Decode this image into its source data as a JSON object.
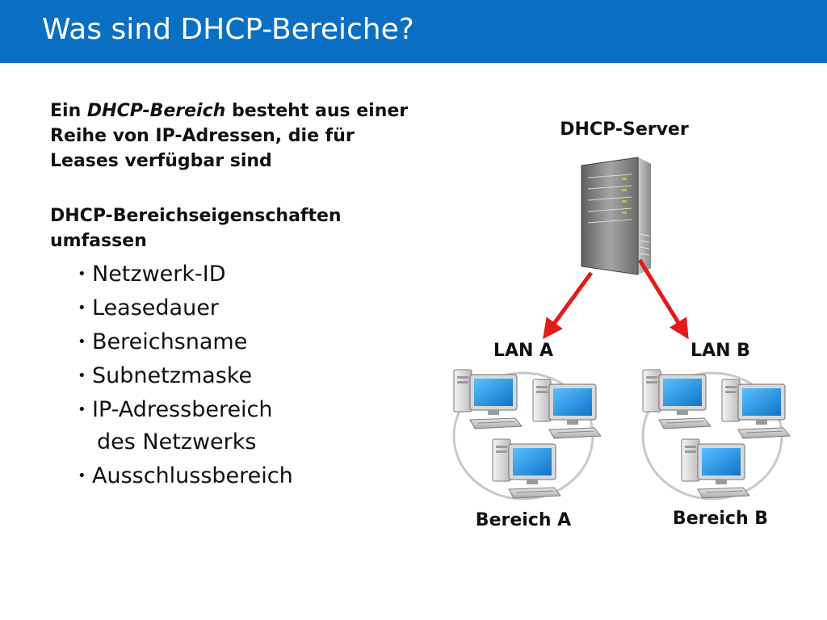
{
  "slide": {
    "title": "Was sind DHCP-Bereiche?"
  },
  "content": {
    "para1_part1": "Ein ",
    "para1_em": "DHCP-Bereich",
    "para1_part2": " besteht aus einer Reihe von IP-Adressen, die für Leases verfügbar sind",
    "para2": "DHCP-Bereichseigenschaften umfassen",
    "bullets": [
      {
        "line1": "Netzwerk-ID",
        "line2": ""
      },
      {
        "line1": "Leasedauer",
        "line2": ""
      },
      {
        "line1": "Bereichsname",
        "line2": ""
      },
      {
        "line1": "Subnetzmaske",
        "line2": ""
      },
      {
        "line1": "IP-Adressbereich",
        "line2": "des Netzwerks"
      },
      {
        "line1": "Ausschlussbereich",
        "line2": ""
      }
    ]
  },
  "diagram": {
    "server_label": "DHCP-Server",
    "lan_a_label": "LAN A",
    "lan_b_label": "LAN B",
    "scope_a_label": "Bereich A",
    "scope_b_label": "Bereich B",
    "colors": {
      "title_bar": "#0a6fc2",
      "arrow": "#e31b1b",
      "screen": "#1f8fe0",
      "server_body": "#8e8e8e",
      "server_led": "#9ccf3a"
    }
  }
}
